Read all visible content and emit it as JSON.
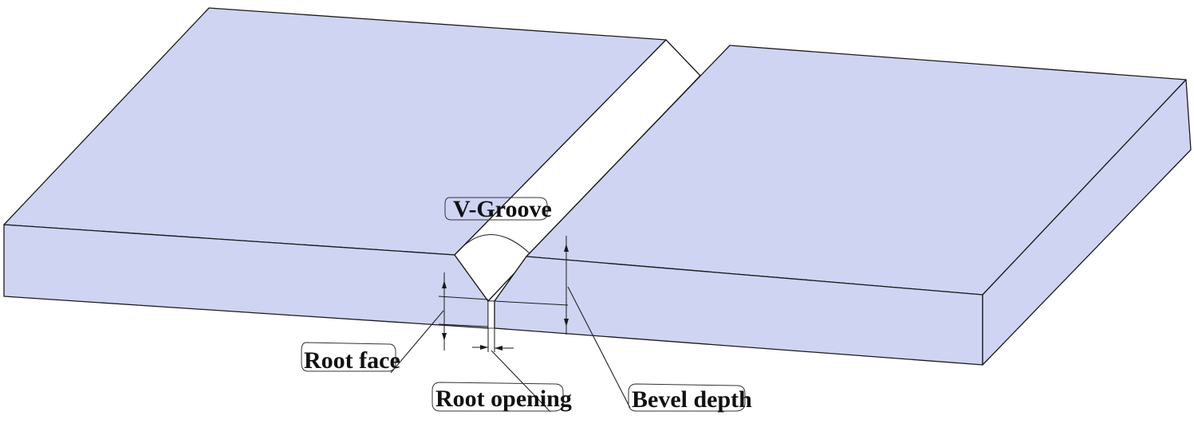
{
  "colors": {
    "plate_face": "#cfd4f3",
    "groove_face": "#ffffff",
    "outline": "#1a1a1a"
  },
  "labels": {
    "v_groove": "V-Groove",
    "root_face": "Root face",
    "root_opening": "Root opening",
    "bevel_depth": "Bevel depth"
  }
}
